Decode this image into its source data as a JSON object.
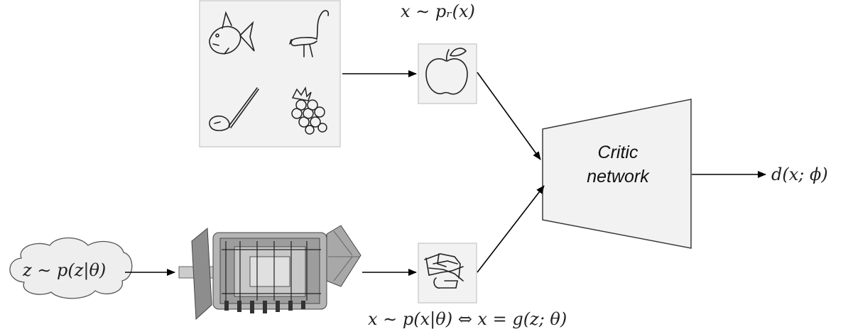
{
  "labels": {
    "real_distribution": "x ∼ pᵣ(x)",
    "latent": "z ∼ p(z|θ)",
    "generated": "x ∼ p(x|θ) ⇔ x = g(z; θ)",
    "output": "d(x; ϕ)"
  },
  "critic": {
    "line1": "Critic",
    "line2": "network"
  },
  "doodles": {
    "panel": [
      "fish",
      "flamingo",
      "golf-club",
      "grapes"
    ],
    "real_sample": "apple",
    "generated_sample": "scribble"
  },
  "colors": {
    "box_fill": "#f2f2f2",
    "box_border": "#cfcfcf",
    "critic_fill": "#f2f2f2",
    "critic_stroke": "#3a3a3a",
    "cloud_fill": "#eeeeee",
    "arrow": "#000000"
  }
}
